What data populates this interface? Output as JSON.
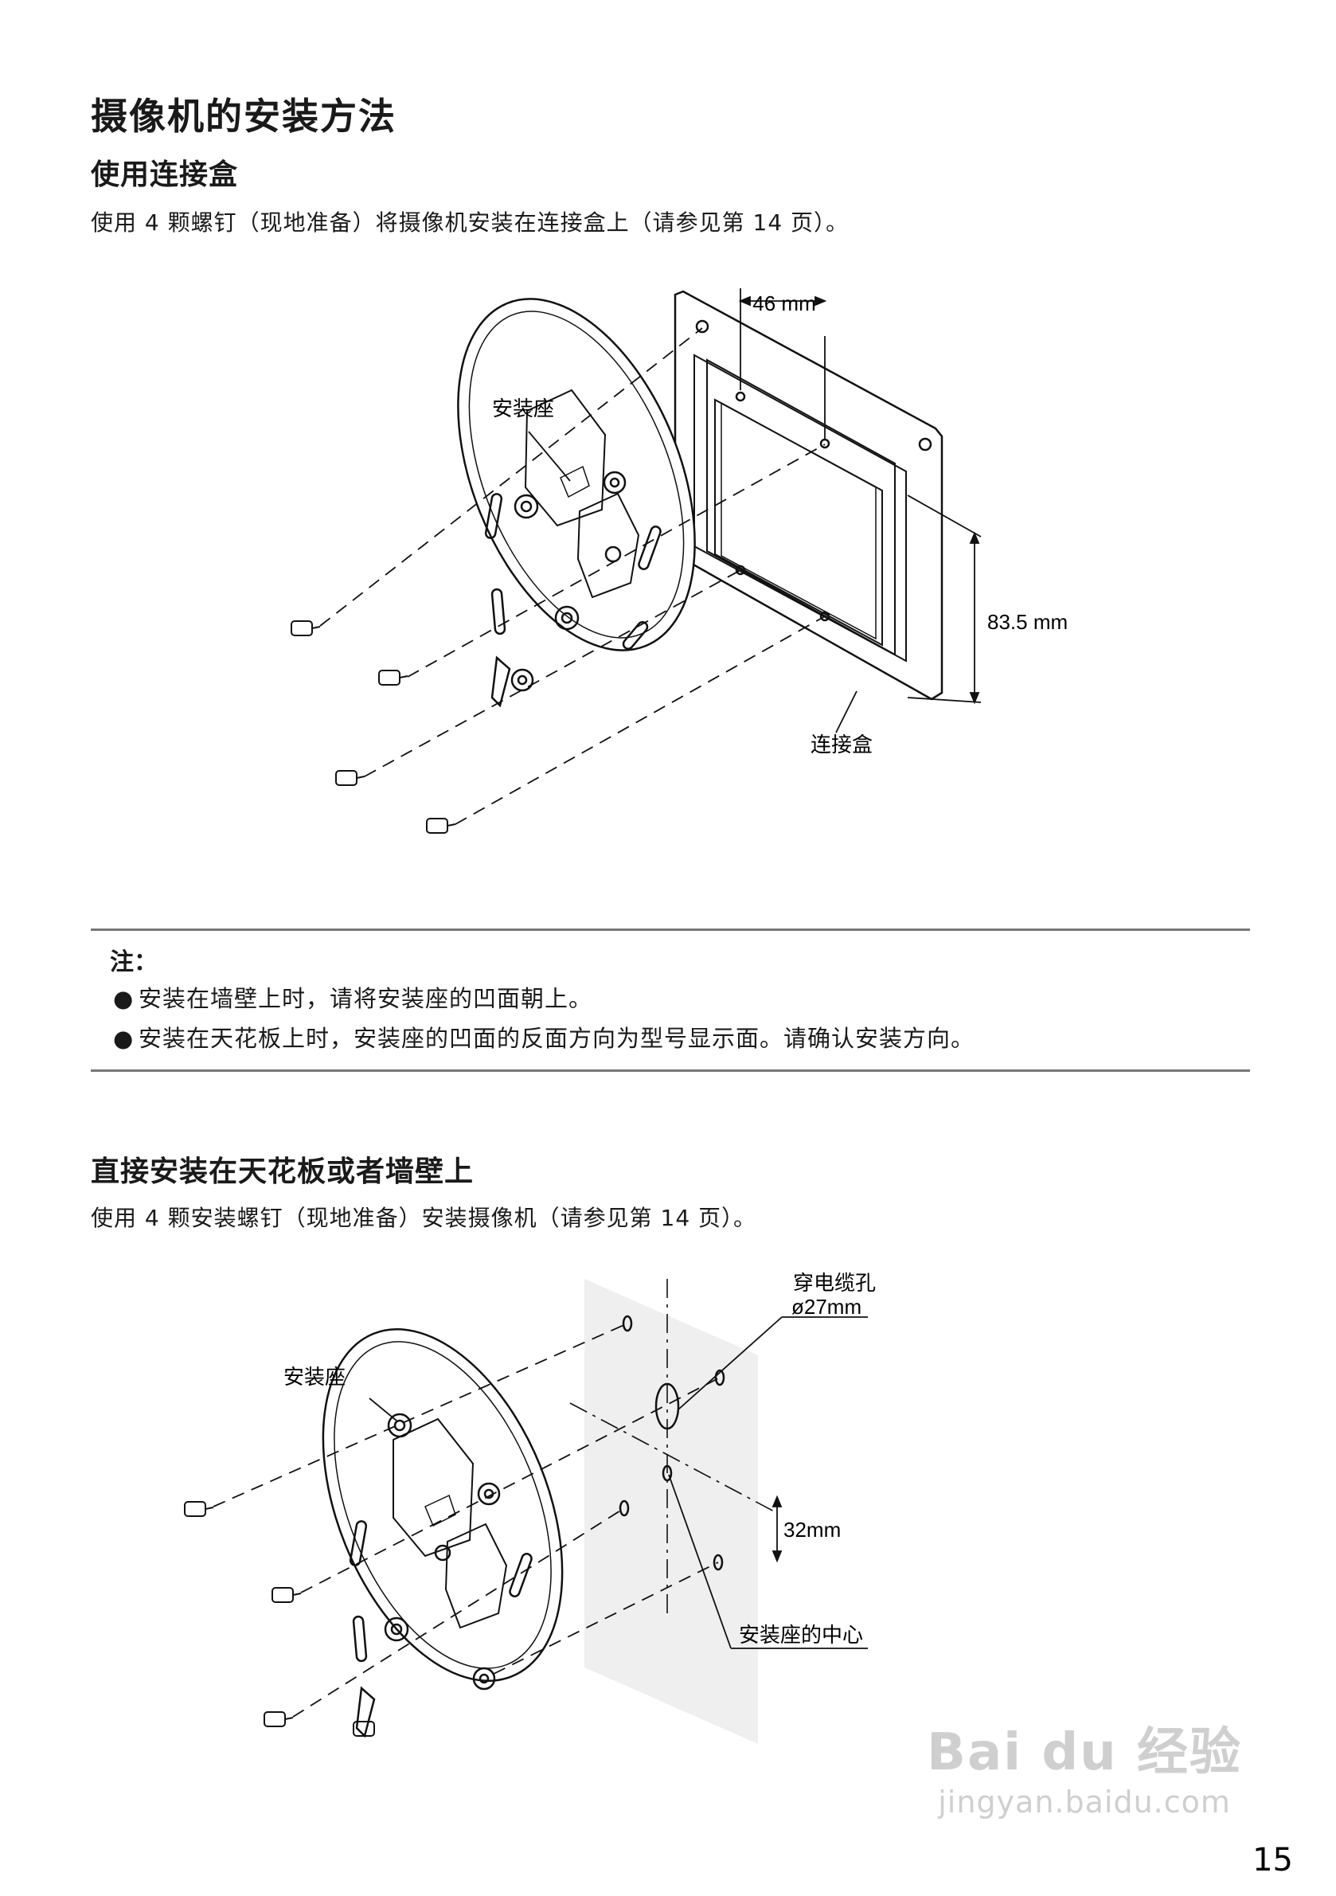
{
  "heading_main": "摄像机的安装方法",
  "section1": {
    "title": "使用连接盒",
    "text": "使用 4 颗螺钉（现地准备）将摄像机安装在连接盒上（请参见第 14 页）。",
    "fig": {
      "mount_label": "安装座",
      "box_label": "连接盒",
      "dim_width": "46 mm",
      "dim_height": "83.5 mm"
    }
  },
  "note": {
    "title": "注：",
    "items": [
      "安装在墙壁上时，请将安装座的凹面朝上。",
      "安装在天花板上时，安装座的凹面的反面方向为型号显示面。请确认安装方向。"
    ]
  },
  "section2": {
    "title": "直接安装在天花板或者墙壁上",
    "text": "使用 4 颗安装螺钉（现地准备）安装摄像机（请参见第 14 页）。",
    "fig": {
      "mount_label": "安装座",
      "cable_hole_label": "穿电缆孔",
      "cable_hole_size": "ø27mm",
      "dim_offset": "32mm",
      "center_label": "安装座的中心"
    }
  },
  "watermark": {
    "brand": "Bai du 经验",
    "url": "jingyan.baidu.com"
  },
  "page_number": "15"
}
